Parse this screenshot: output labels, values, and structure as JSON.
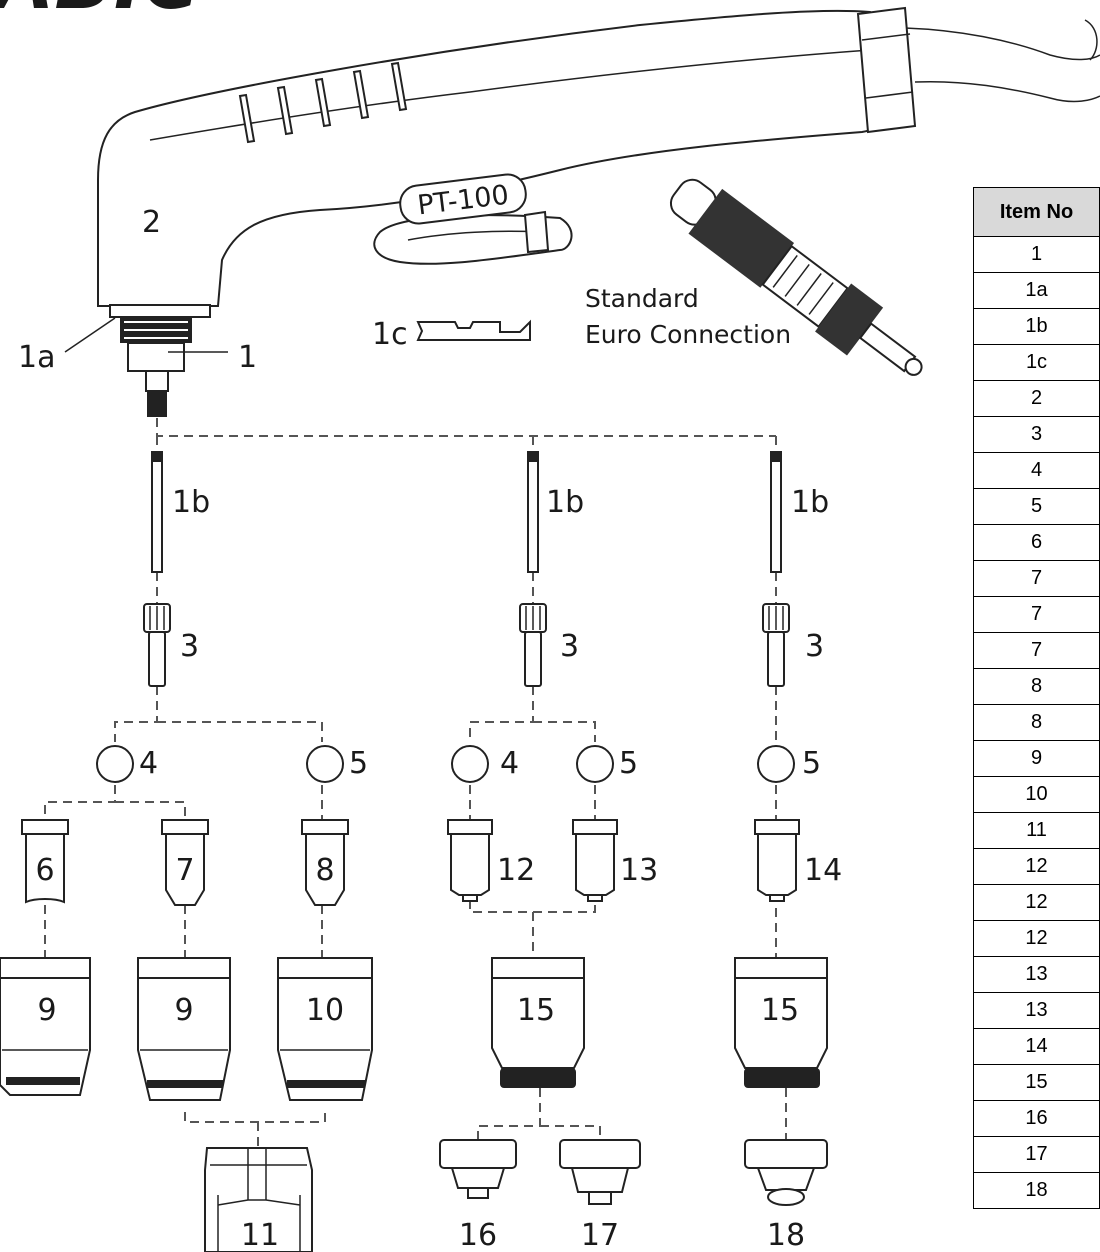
{
  "torch": {
    "brand_fragment": "ABIC",
    "model_label": "PT-100",
    "body_label": "2",
    "label_1a": "1a",
    "label_1": "1",
    "label_1c": "1c",
    "connection_label_line1": "Standard",
    "connection_label_line2": "Euro Connection"
  },
  "branches": [
    {
      "electrode": "1b",
      "swirl": "3"
    },
    {
      "electrode": "1b",
      "swirl": "3"
    },
    {
      "electrode": "1b",
      "swirl": "3"
    }
  ],
  "rings": [
    "4",
    "5",
    "4",
    "5",
    "5"
  ],
  "tips": [
    "6",
    "7",
    "8",
    "12",
    "13",
    "14"
  ],
  "cups": [
    "9",
    "9",
    "10",
    "15",
    "15"
  ],
  "bottom_parts": [
    "11",
    "16",
    "17",
    "18"
  ],
  "table": {
    "header": "Item No",
    "items": [
      "1",
      "1a",
      "1b",
      "1c",
      "2",
      "3",
      "4",
      "5",
      "6",
      "7",
      "7",
      "7",
      "8",
      "8",
      "9",
      "10",
      "11",
      "12",
      "12",
      "12",
      "13",
      "13",
      "14",
      "15",
      "16",
      "17",
      "18"
    ]
  }
}
